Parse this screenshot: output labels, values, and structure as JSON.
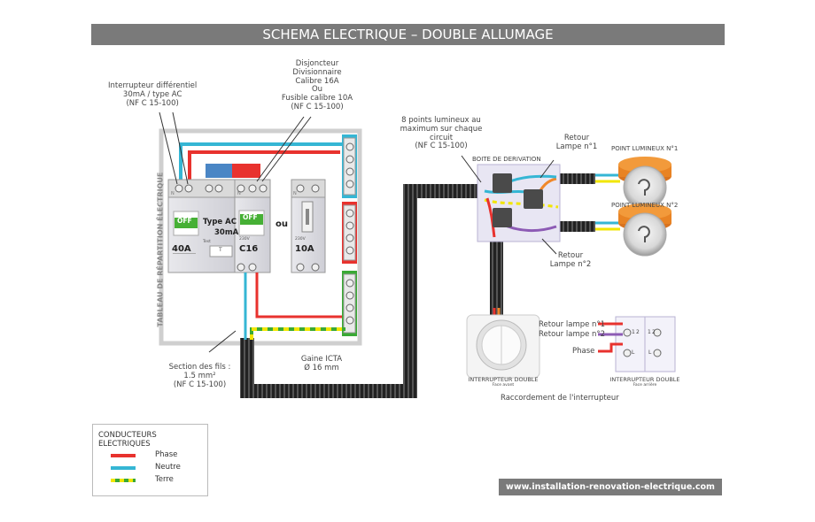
{
  "title": "SCHEMA ELECTRIQUE – DOUBLE ALLUMAGE",
  "panel_label": "TABLEAU DE RÉPARTITION ÉLECTRIQUE",
  "annotations": {
    "differential": [
      "Interrupteur différentiel",
      "30mA / type AC",
      "(NF C 15-100)"
    ],
    "breaker": [
      "Disjoncteur",
      "Divisionnaire",
      "Calibre 16A",
      "Ou",
      "Fusible calibre 10A",
      "(NF C 15-100)"
    ],
    "max_points": [
      "8 points lumineux au",
      "maximum sur chaque",
      "circuit",
      "(NF C 15-100)"
    ],
    "wire_section": [
      "Section des fils :",
      "1.5 mm²",
      "(NF C 15-100)"
    ],
    "conduit": [
      "Gaine ICTA",
      "Ø 16 mm"
    ],
    "return1": [
      "Retour",
      "Lampe n°1"
    ],
    "return2": [
      "Retour",
      "Lampe n°2"
    ]
  },
  "junction_box_label": "BOITE DE DERIVATION",
  "lights": {
    "point1": "POINT LUMINEUX N°1",
    "point2": "POINT LUMINEUX N°2"
  },
  "differential_device": {
    "state": "OFF",
    "type": "Type AC",
    "sensitivity": "30mA",
    "rating": "40A",
    "test": "Test",
    "test_btn": "T"
  },
  "breaker_device": {
    "state": "OFF",
    "voltage": "230V",
    "rating": "C16"
  },
  "or_label": "ou",
  "fuse_device": {
    "voltage": "230V",
    "rating": "10A"
  },
  "terminal_n": "N",
  "switch": {
    "front_label": "INTERRUPTEUR DOUBLE",
    "front_sub": "Face avant",
    "back_label": "INTERRUPTEUR DOUBLE",
    "back_sub": "Face arrière",
    "wire_labels": [
      "Retour lampe n°1",
      "Retour lampe n°2",
      "Phase"
    ],
    "terminals": [
      "1",
      "2",
      "1",
      "2",
      "L",
      "L"
    ],
    "connection_caption": "Raccordement de l'interrupteur"
  },
  "legend": {
    "title": "CONDUCTEURS ELECTRIQUES",
    "items": [
      {
        "label": "Phase",
        "color": "#e8322e"
      },
      {
        "label": "Neutre",
        "color": "#35b6d4"
      },
      {
        "label": "Terre",
        "color": "#f2e600"
      }
    ]
  },
  "colors": {
    "phase": "#e8322e",
    "neutral": "#35b6d4",
    "earth_yellow": "#f2e600",
    "earth_green": "#3aa935",
    "return1": "#f0882a",
    "return2": "#8d5bb5",
    "off": "#46b035"
  },
  "website": "www.installation-renovation-electrique.com"
}
